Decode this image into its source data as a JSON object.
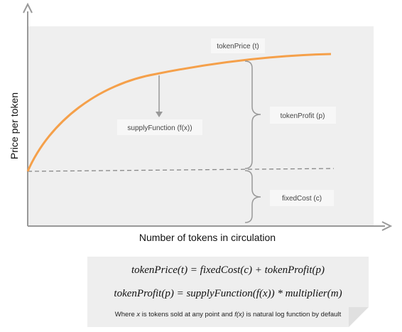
{
  "diagram": {
    "y_axis_label": "Price per token",
    "x_axis_label": "Number of tokens in circulation",
    "labels": {
      "token_price": "tokenPrice (t)",
      "token_profit": "tokenProfit (p)",
      "fixed_cost": "fixedCost (c)",
      "supply_function": "supplyFunction (f(x))"
    },
    "curve_color": "#f5a04a",
    "dashed_line_color": "#888888"
  },
  "formulas": {
    "price": "tokenPrice(t) = fixedCost(c) + tokenProfit(p)",
    "profit": "tokenProfit(p) = supplyFunction(f(x)) * multiplier(m)"
  },
  "note": {
    "part1": "Where ",
    "x": "x",
    "part2": " is tokens sold at any point and ",
    "fx": "f(x)",
    "part3": " is natural log function by default"
  }
}
